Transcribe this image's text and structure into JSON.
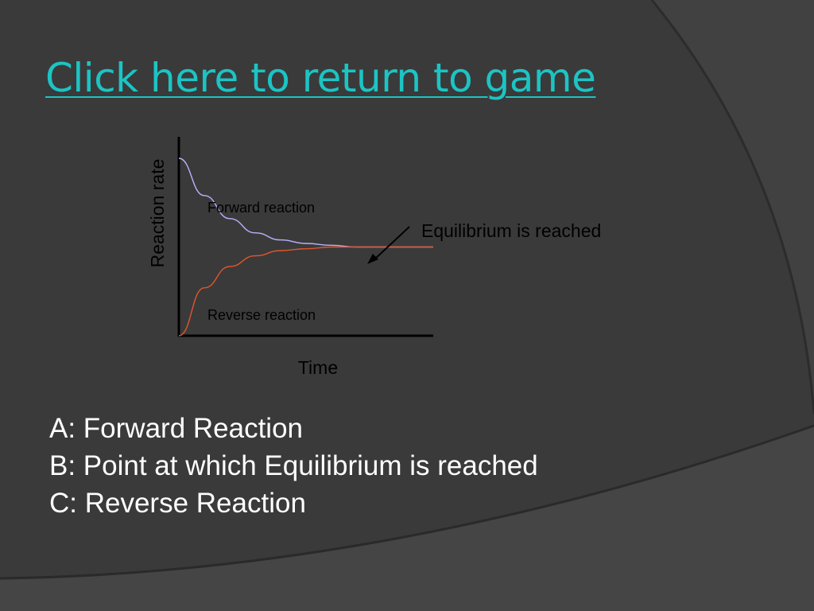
{
  "slide": {
    "link_text": "Click here to return to game",
    "background_color": "#3a3a3a",
    "link_color": "#1cc4c4"
  },
  "chart_data": {
    "type": "line",
    "title": "",
    "xlabel": "Time",
    "ylabel": "Reaction rate",
    "x": [
      0,
      0.1,
      0.2,
      0.3,
      0.4,
      0.5,
      0.6,
      0.7,
      0.8,
      0.9,
      1.0
    ],
    "series": [
      {
        "name": "Forward reaction",
        "color": "#b9b1ff",
        "values": [
          1.0,
          0.79,
          0.66,
          0.58,
          0.54,
          0.52,
          0.51,
          0.5,
          0.5,
          0.5,
          0.5
        ]
      },
      {
        "name": "Reverse reaction",
        "color": "#e0562e",
        "values": [
          0.0,
          0.27,
          0.39,
          0.45,
          0.48,
          0.49,
          0.5,
          0.5,
          0.5,
          0.5,
          0.5
        ]
      }
    ],
    "annotations": [
      {
        "text": "Equilibrium is reached",
        "points_to_x": 0.75,
        "points_to_y": 0.5
      }
    ],
    "xlim": [
      0,
      1
    ],
    "ylim": [
      0,
      1.1
    ],
    "grid": false
  },
  "answers": [
    "A: Forward Reaction",
    "B: Point at which Equilibrium is reached",
    "C: Reverse Reaction"
  ]
}
